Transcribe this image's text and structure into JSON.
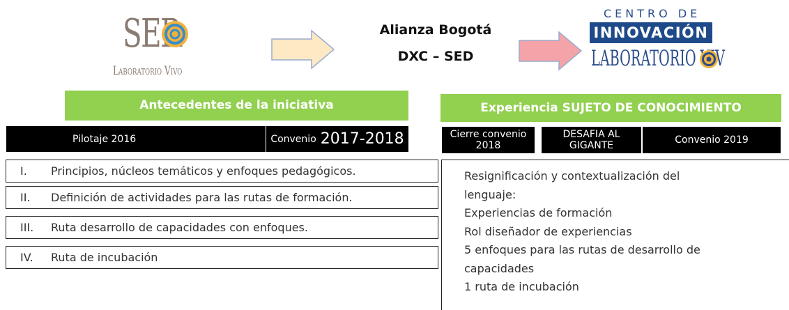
{
  "logos": {
    "left": {
      "word": "SER",
      "subtitle": "Laboratorio Vivo"
    },
    "right": {
      "top": "CENTRO DE",
      "band": "INNOVACIÓN",
      "subtitle": "LABORATORIO VIV"
    }
  },
  "center": {
    "line1": "Alianza Bogotá",
    "line2": "DXC – SED"
  },
  "colors": {
    "green": "#92d050",
    "arrow1_fill": "#fde9c4",
    "arrow2_fill": "#f4a3a8",
    "band_blue": "#1e4a8a"
  },
  "left_section": {
    "header": "Antecedentes de la iniciativa",
    "bar_pilot": "Pilotaje 2016",
    "bar_conv_small": "Convenio",
    "bar_conv_big": "2017-2018",
    "items": [
      {
        "num": "I.",
        "text": "Principios, núcleos temáticos y enfoques pedagógicos."
      },
      {
        "num": "II.",
        "text": "Definición de actividades para las rutas de formación."
      },
      {
        "num": "III.",
        "text": "Ruta desarrollo de capacidades con enfoques."
      },
      {
        "num": "IV.",
        "text": "Ruta de incubación"
      }
    ]
  },
  "right_section": {
    "header": "Experiencia SUJETO DE CONOCIMIENTO",
    "bar_cierre_1": "Cierre convenio",
    "bar_cierre_2": "2018",
    "bar_desafia_1": "DESAFIA AL",
    "bar_desafia_2": "GIGANTE",
    "bar_conv19": "Convenio 2019",
    "lines": [
      "Resignificación  y contextualización del",
      "lenguaje:",
      "Experiencias de formación",
      "Rol diseñador  de experiencias",
      "5 enfoques  para las rutas de desarrollo de",
      "capacidades",
      "1 ruta de incubación"
    ]
  }
}
